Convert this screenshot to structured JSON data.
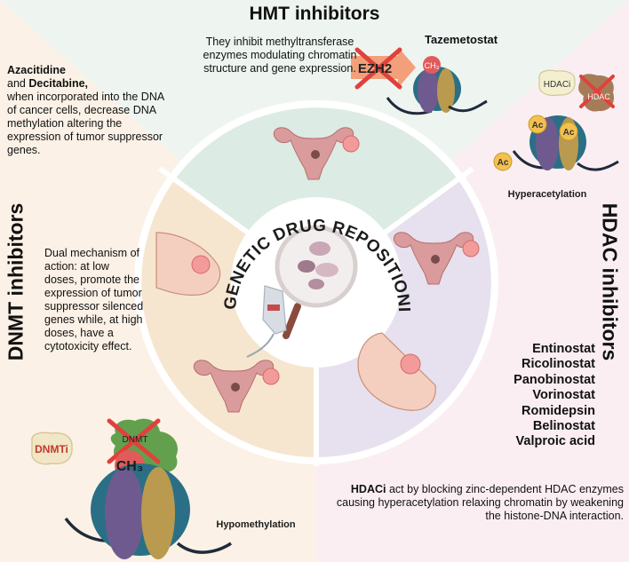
{
  "center_title": "EPIGENETIC DRUG REPOSITIONING",
  "hmt": {
    "title": "HMT inhibitors",
    "description": "They inhibit methyltransferase enzymes modulating chromatin structure and gene expression.",
    "drug": "Tazemetostat",
    "enzyme_label": "EZH2",
    "methyl_label": "CH₃"
  },
  "dnmt": {
    "title": "DNMT inhibitors",
    "drug1": "Azacitidine",
    "conj": "and",
    "drug2": "Decitabine,",
    "description": "when incorporated into the DNA of cancer cells, decrease DNA methylation altering the expression of tumor suppressor genes.",
    "mechanism": "Dual mechanism of action: at low doses, promote the expression of tumor suppressor silenced genes while, at high doses, have a cytotoxicity effect.",
    "inhibitor_label": "DNMTi",
    "enzyme_label": "DNMT",
    "methyl_label": "CH₃",
    "process_label": "Hypomethylation"
  },
  "hdac": {
    "title": "HDAC inhibitors",
    "drugs": [
      "Entinostat",
      "Ricolinostat",
      "Panobinostat",
      "Vorinostat",
      "Romidepsin",
      "Belinostat",
      "Valproic acid"
    ],
    "description_bold": "HDACi",
    "description": "act by blocking zinc-dependent HDAC enzymes causing hyperacetylation relaxing chromatin by weakening the histone-DNA interaction.",
    "inhibitor_label": "HDACi",
    "enzyme_label": "HDAC",
    "acetyl_label": "Ac",
    "process_label": "Hyperacetylation"
  },
  "colors": {
    "hmt_band": "#eef5f1",
    "dnmt_band": "#fbf1e6",
    "hdac_band": "#fbeef3",
    "hmt_sector": "#dcebe3",
    "dnmt_sector": "#f6e6cf",
    "hdac_sector": "#e7e0ee",
    "nucleosome_teal": "#2a6f86",
    "nucleosome_purple": "#6e5a8e",
    "nucleosome_gold": "#b99a4e",
    "acetyl_yellow": "#f2c14e",
    "methyl_red": "#e15b5b",
    "cross_red": "#e0413c"
  }
}
